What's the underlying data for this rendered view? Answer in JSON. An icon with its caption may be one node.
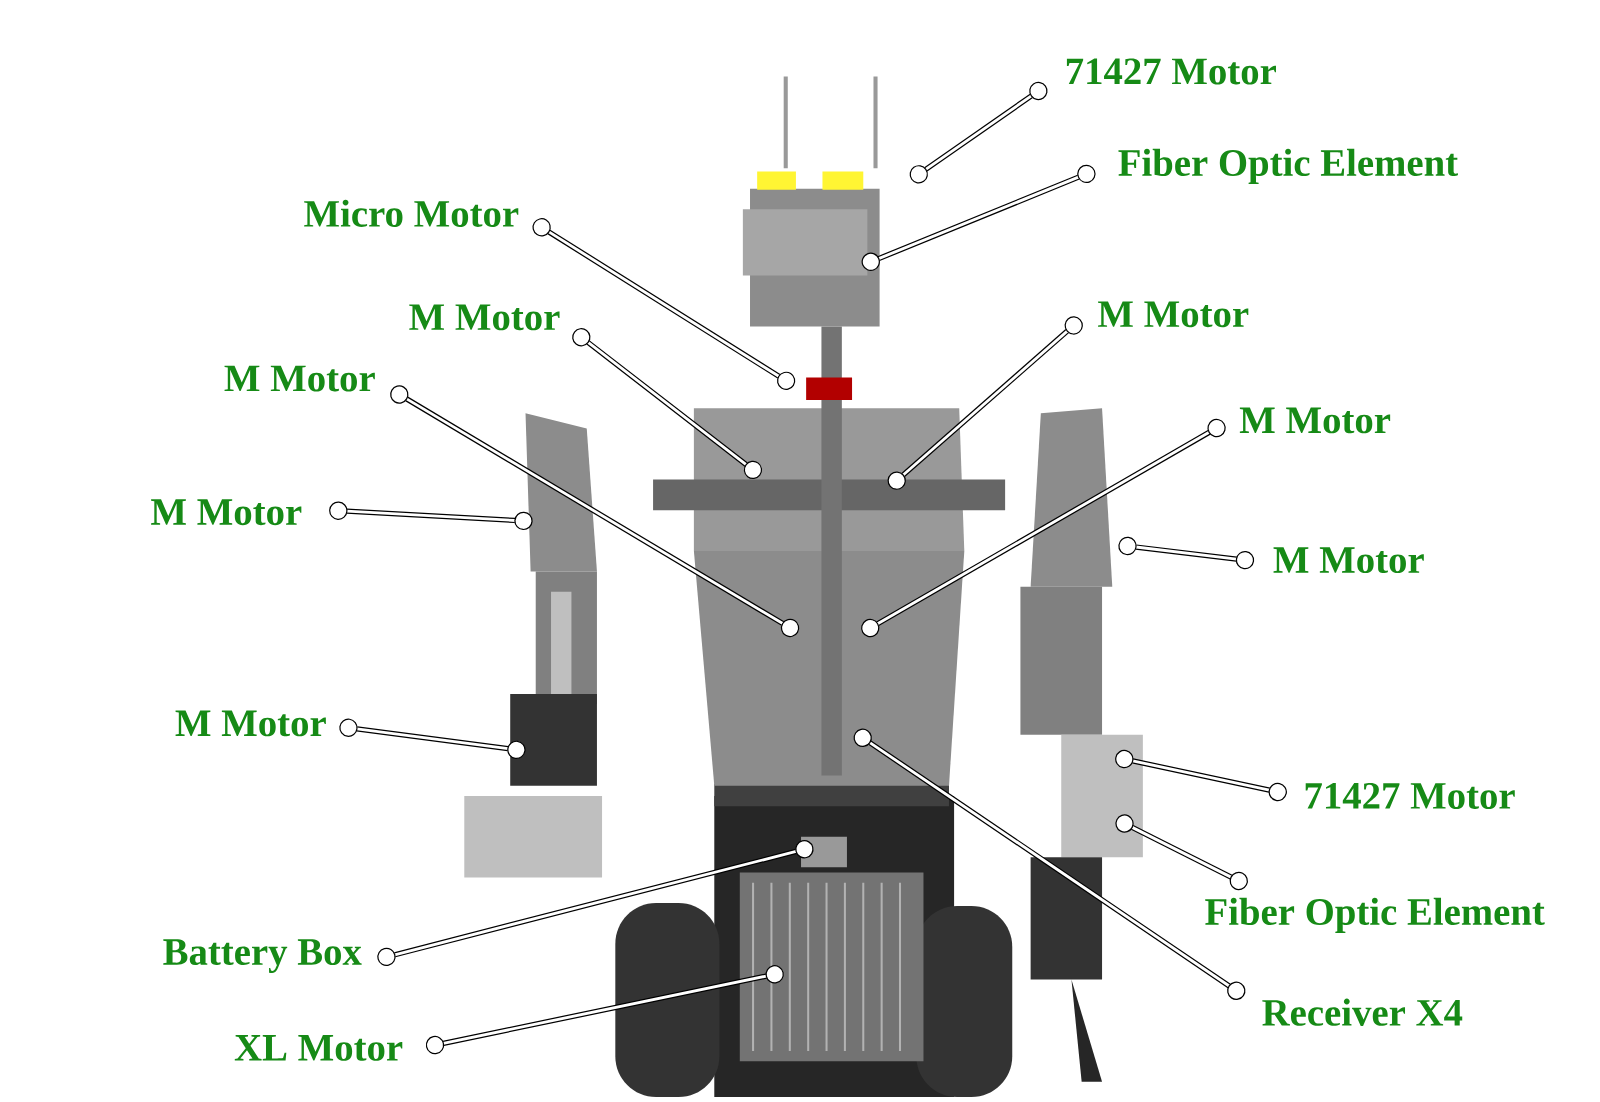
{
  "diagram": {
    "nodes": [
      {
        "text": [
          "71427 Motor"
        ]
      },
      {
        "text": [
          "Fiber Optic Element"
        ]
      },
      {
        "text": [
          "Micro Motor"
        ]
      },
      {
        "text": [
          "M Motor"
        ]
      },
      {
        "text": [
          "M Motor"
        ]
      },
      {
        "text": [
          "M Motor"
        ]
      },
      {
        "text": [
          "M Motor"
        ]
      },
      {
        "text": [
          "M Motor"
        ]
      },
      {
        "text": [
          "M Motor"
        ]
      },
      {
        "text": [
          "M Motor"
        ]
      },
      {
        "text": [
          "71427 Motor"
        ]
      },
      {
        "text": [
          "Fiber Optic Element"
        ]
      },
      {
        "text": [
          "Battery Box"
        ]
      },
      {
        "text": [
          "Receiver X4"
        ]
      },
      {
        "text": [
          "XL Motor"
        ]
      }
    ],
    "edges": [
      {
        "from": 0,
        "to": null,
        "arrow": "other"
      },
      {
        "from": 1,
        "to": null,
        "arrow": "other"
      },
      {
        "from": 2,
        "to": null,
        "arrow": "other"
      },
      {
        "from": 3,
        "to": null,
        "arrow": "other"
      },
      {
        "from": 4,
        "to": null,
        "arrow": "other"
      },
      {
        "from": 5,
        "to": null,
        "arrow": "other"
      },
      {
        "from": 6,
        "to": null,
        "arrow": "other"
      },
      {
        "from": 7,
        "to": null,
        "arrow": "other"
      },
      {
        "from": 8,
        "to": null,
        "arrow": "other"
      },
      {
        "from": 9,
        "to": null,
        "arrow": "other"
      },
      {
        "from": 10,
        "to": null,
        "arrow": "other"
      },
      {
        "from": 11,
        "to": null,
        "arrow": "other"
      },
      {
        "from": 12,
        "to": null,
        "arrow": "other"
      },
      {
        "from": 13,
        "to": null,
        "arrow": "other"
      },
      {
        "from": 14,
        "to": null,
        "arrow": "other"
      }
    ]
  }
}
